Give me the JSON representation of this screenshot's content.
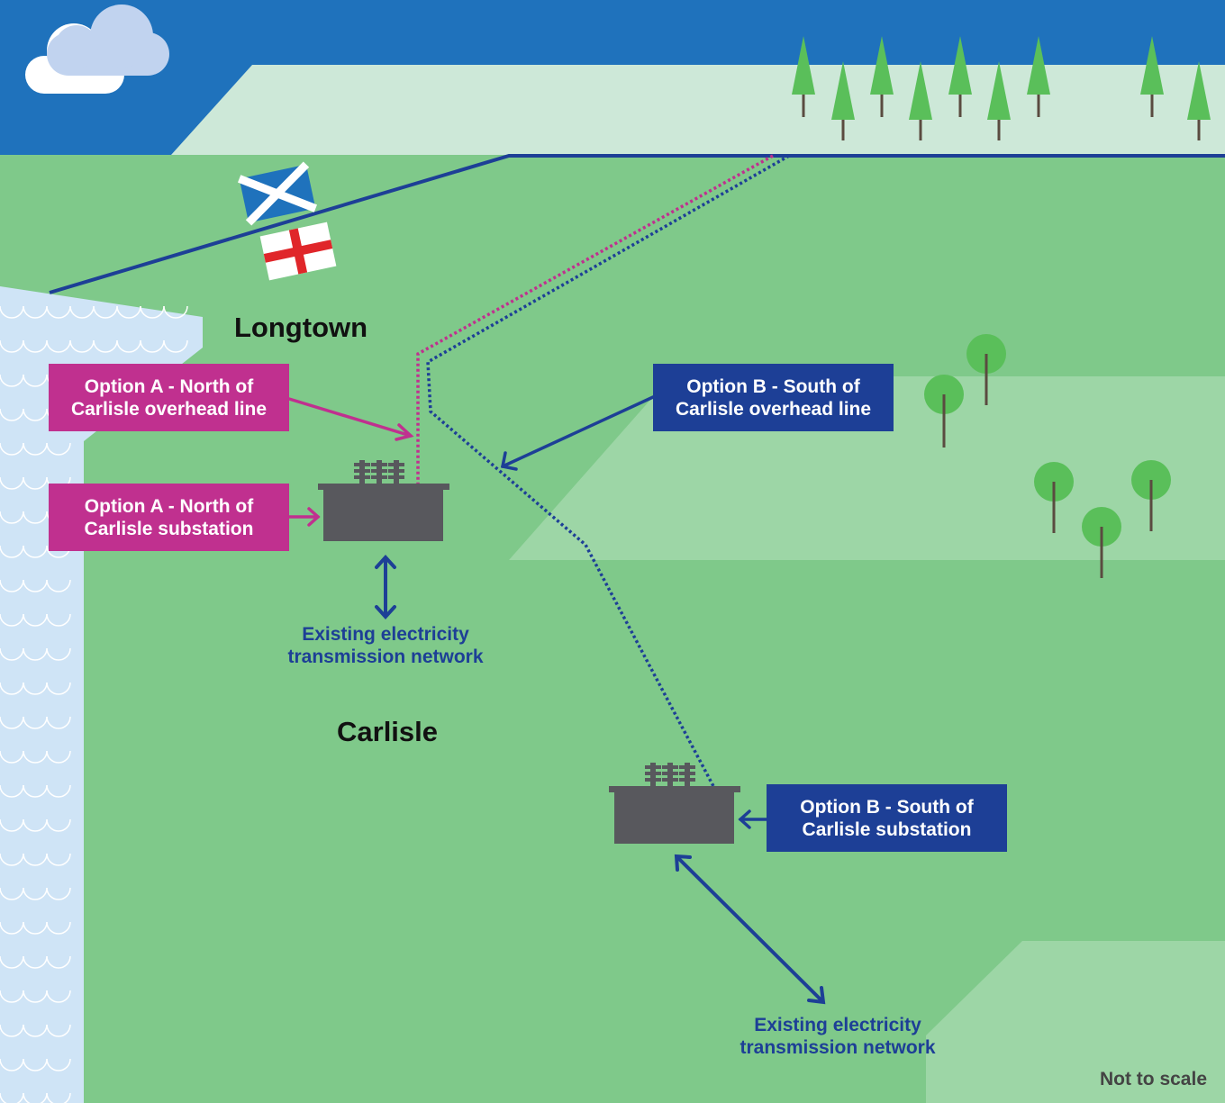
{
  "labels": {
    "longtown": "Longtown",
    "carlisle": "Carlisle",
    "not_to_scale": "Not to scale"
  },
  "option_a": {
    "overhead_line": [
      "Option A - North of",
      "Carlisle overhead line"
    ],
    "substation": [
      "Option A - North of",
      "Carlisle substation"
    ]
  },
  "option_b": {
    "overhead_line": [
      "Option B - South of",
      "Carlisle overhead line"
    ],
    "substation": [
      "Option B - South of",
      "Carlisle substation"
    ]
  },
  "network": {
    "upper": [
      "Existing electricity",
      "transmission network"
    ],
    "lower": [
      "Existing electricity",
      "transmission network"
    ]
  },
  "colors": {
    "sky": "#1f72bc",
    "field": "#7fc98a",
    "field_light": "#9dd6a6",
    "hill": "#cde8d8",
    "water": "#cfe4f6",
    "option_a": "#c0308f",
    "option_b": "#1d3f96",
    "substation": "#58585d",
    "tree": "#5abf5a",
    "trunk": "#5a4b40"
  },
  "icons": {
    "flags": [
      "scotland-flag-icon",
      "england-flag-icon"
    ],
    "cloud": "cloud-icon",
    "substation": "substation-icon"
  }
}
